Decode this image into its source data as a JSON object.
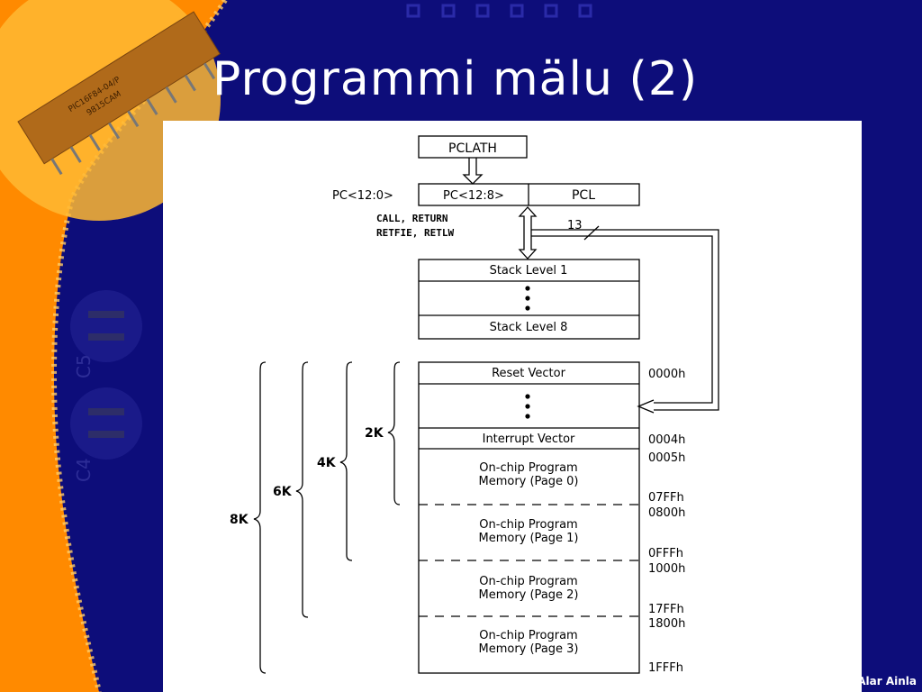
{
  "slide": {
    "title": "Programmi mälu (2)",
    "author": "Alar Ainla"
  },
  "colors": {
    "background": "#0d0d7a",
    "accent_orange": "#ff8a00",
    "chip": "#b06a1a"
  },
  "decoration": {
    "chip_marking": "PIC16F84-04/P",
    "chip_marking_2": "9815CAM",
    "components": [
      "C5",
      "C4"
    ]
  },
  "diagram": {
    "pclath": "PCLATH",
    "pc_label": "PC<12:0>",
    "pc_high": "PC<12:8>",
    "pcl": "PCL",
    "instr_line1": "CALL, RETURN",
    "instr_line2": "RETFIE, RETLW",
    "bus_width": "13",
    "stack_top": "Stack Level 1",
    "stack_bottom": "Stack Level 8",
    "reset_vector": "Reset Vector",
    "interrupt_vector": "Interrupt Vector",
    "pages": [
      {
        "line1": "On-chip Program",
        "line2": "Memory (Page 0)"
      },
      {
        "line1": "On-chip Program",
        "line2": "Memory (Page 1)"
      },
      {
        "line1": "On-chip Program",
        "line2": "Memory (Page 2)"
      },
      {
        "line1": "On-chip Program",
        "line2": "Memory (Page 3)"
      }
    ],
    "addresses": [
      "0000h",
      "0004h",
      "0005h",
      "07FFh",
      "0800h",
      "0FFFh",
      "1000h",
      "17FFh",
      "1800h",
      "1FFFh"
    ],
    "braces": [
      "2K",
      "4K",
      "6K",
      "8K"
    ]
  }
}
